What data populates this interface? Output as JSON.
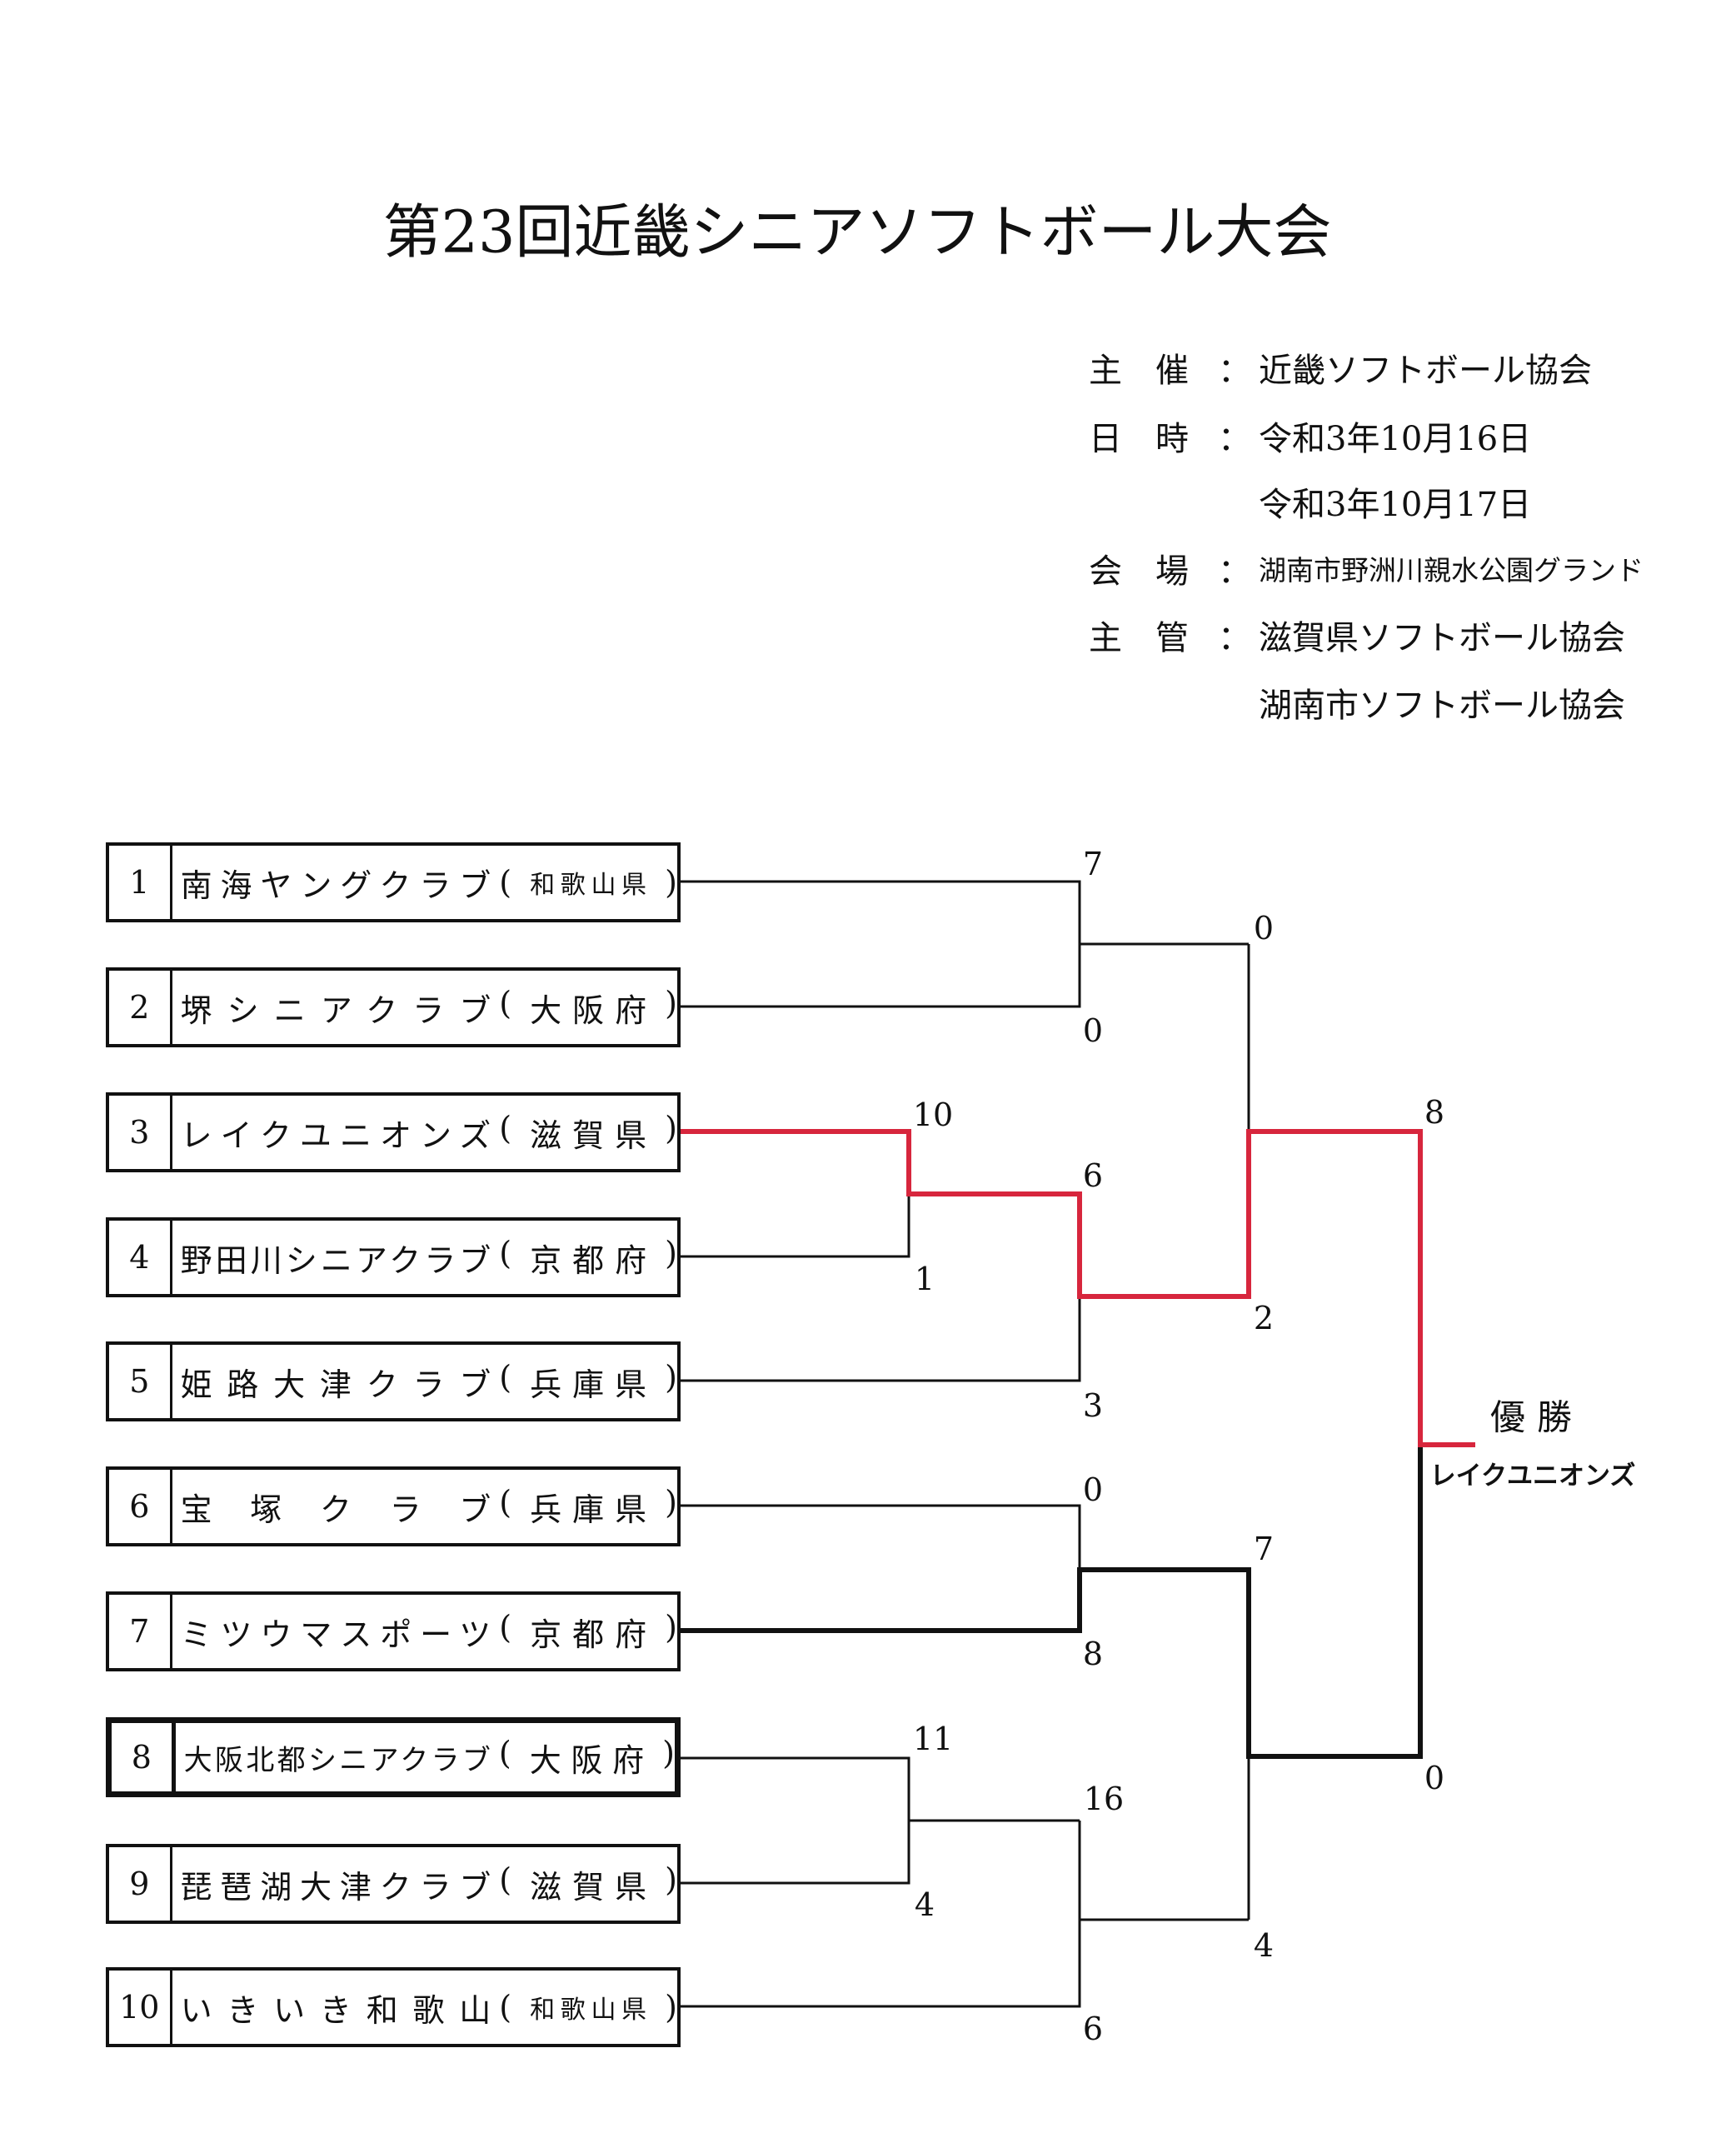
{
  "title": "第23回近畿シニアソフトボール大会",
  "info": [
    {
      "label": [
        "主",
        "催"
      ],
      "value": "近畿ソフトボール協会"
    },
    {
      "label": [
        "日",
        "時"
      ],
      "value": "令和3年10月16日"
    },
    {
      "label": [],
      "value": "令和3年10月17日"
    },
    {
      "label": [
        "会",
        "場"
      ],
      "value": "湖南市野洲川親水公園グランド"
    },
    {
      "label": [
        "主",
        "管"
      ],
      "value": "滋賀県ソフトボール協会"
    },
    {
      "label": [],
      "value": "湖南市ソフトボール協会"
    }
  ],
  "colon": "：",
  "teams": [
    {
      "seed": "1",
      "name": "南海ヤングクラブ",
      "pref": "和歌山県"
    },
    {
      "seed": "2",
      "name": "堺シニアクラブ",
      "pref": "大阪府"
    },
    {
      "seed": "3",
      "name": "レイクユニオンズ",
      "pref": "滋賀県"
    },
    {
      "seed": "4",
      "name": "野田川シニアクラブ",
      "pref": "京都府"
    },
    {
      "seed": "5",
      "name": "姫路大津クラブ",
      "pref": "兵庫県"
    },
    {
      "seed": "6",
      "name": "宝塚クラブ",
      "pref": "兵庫県"
    },
    {
      "seed": "7",
      "name": "ミツウマスポーツ",
      "pref": "京都府"
    },
    {
      "seed": "8",
      "name": "大阪北都シニアクラブ",
      "pref": "大阪府"
    },
    {
      "seed": "9",
      "name": "琵琶湖大津クラブ",
      "pref": "滋賀県"
    },
    {
      "seed": "10",
      "name": "いきいき和歌山",
      "pref": "和歌山県"
    }
  ],
  "paren_open": "(",
  "paren_close": ")",
  "scores": {
    "m1_t1": "7",
    "m1_t2": "0",
    "m2_t3": "10",
    "m2_t4": "1",
    "m3_w34": "6",
    "m3_t5": "3",
    "sf1_top": "0",
    "sf1_bottom": "2",
    "m4_t6": "0",
    "m4_t7": "8",
    "m5_t8": "11",
    "m5_t9": "4",
    "m6_w89": "16",
    "m6_t10": "6",
    "sf2_top": "7",
    "sf2_bottom": "4",
    "final_top": "8",
    "final_bottom": "0"
  },
  "champion": {
    "label": "優勝",
    "team": "レイクユニオンズ"
  },
  "colors": {
    "winner_path": "#d7263d",
    "line": "#111111"
  }
}
